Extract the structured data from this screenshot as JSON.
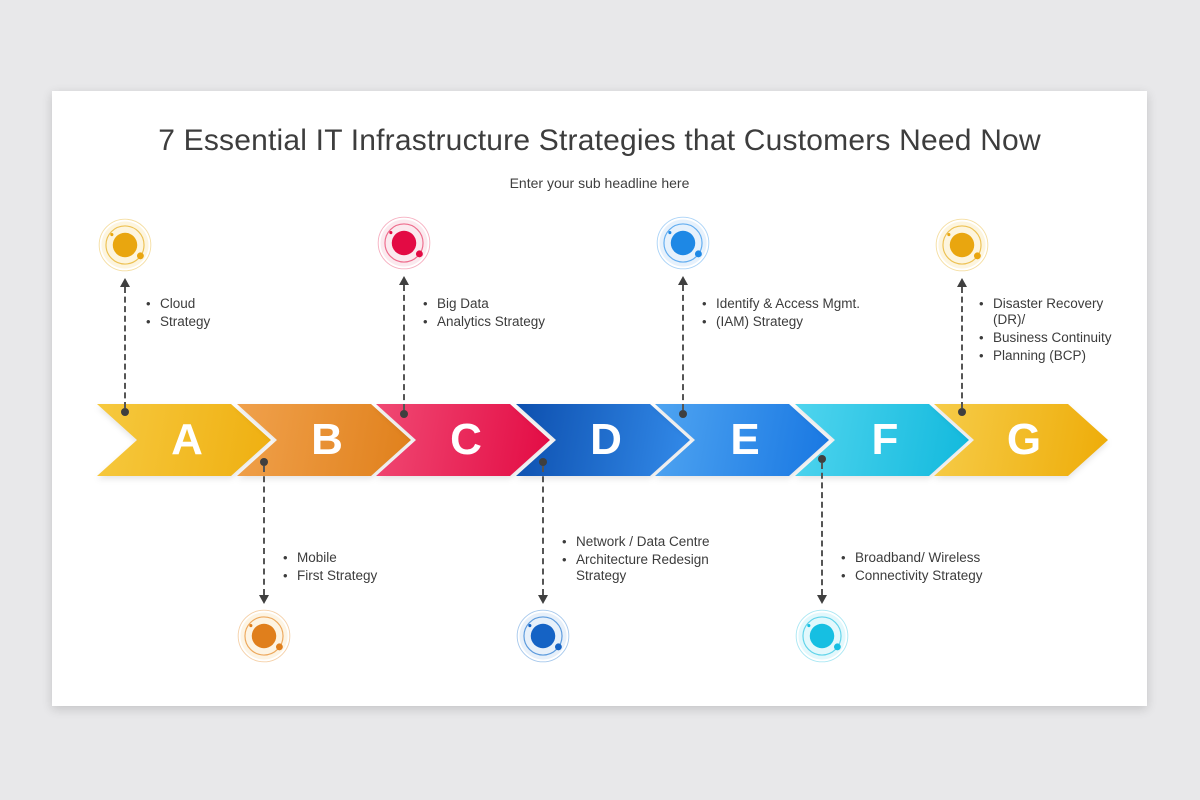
{
  "canvas": {
    "background": "#e8e8ea",
    "card_background": "#ffffff"
  },
  "header": {
    "title": "7 Essential IT Infrastructure Strategies that Customers Need Now",
    "subtitle": "Enter your sub headline here",
    "title_color": "#3d3d3d"
  },
  "connector_color": "#3f3f3f",
  "strategies": [
    {
      "letter": "A",
      "label_position": "above",
      "bullets": [
        "Cloud",
        "Strategy"
      ],
      "arrow_color_start": "#f6c93f",
      "arrow_color_end": "#efaf10",
      "icon_color": "#e9a60f",
      "icon_tint": "#fdf5de",
      "icon_ring": "#edc254"
    },
    {
      "letter": "B",
      "label_position": "below",
      "bullets": [
        "Mobile",
        "First Strategy"
      ],
      "arrow_color_start": "#f0a14c",
      "arrow_color_end": "#e0801b",
      "icon_color": "#e07f1c",
      "icon_tint": "#fdf4e3",
      "icon_ring": "#eda95e"
    },
    {
      "letter": "C",
      "label_position": "above",
      "bullets": [
        "Big Data",
        "Analytics Strategy"
      ],
      "arrow_color_start": "#f04973",
      "arrow_color_end": "#e30b44",
      "icon_color": "#e30b44",
      "icon_tint": "#fbe9ee",
      "icon_ring": "#ee6d8d"
    },
    {
      "letter": "D",
      "label_position": "below",
      "bullets": [
        "Network / Data Centre",
        "Architecture Redesign Strategy"
      ],
      "arrow_color_start": "#0d4fae",
      "arrow_color_end": "#338bea",
      "icon_color": "#1563c5",
      "icon_tint": "#e7f0fa",
      "icon_ring": "#5d9bdd"
    },
    {
      "letter": "E",
      "label_position": "above",
      "bullets": [
        "Identify & Access Mgmt.",
        "(IAM) Strategy"
      ],
      "arrow_color_start": "#4fa4f1",
      "arrow_color_end": "#1877e2",
      "icon_color": "#1e88e5",
      "icon_tint": "#e6f1fc",
      "icon_ring": "#64aef0"
    },
    {
      "letter": "F",
      "label_position": "below",
      "bullets": [
        "Broadband/ Wireless",
        "Connectivity Strategy"
      ],
      "arrow_color_start": "#4fd4ee",
      "arrow_color_end": "#12b9dd",
      "icon_color": "#16bfe2",
      "icon_tint": "#e2f8fc",
      "icon_ring": "#62d4ea"
    },
    {
      "letter": "G",
      "label_position": "above",
      "bullets": [
        "Disaster Recovery (DR)/",
        "Business Continuity",
        "Planning (BCP)"
      ],
      "arrow_color_start": "#f6cc49",
      "arrow_color_end": "#eeac08",
      "icon_color": "#e9a60f",
      "icon_tint": "#fdf5de",
      "icon_ring": "#edc254"
    }
  ]
}
